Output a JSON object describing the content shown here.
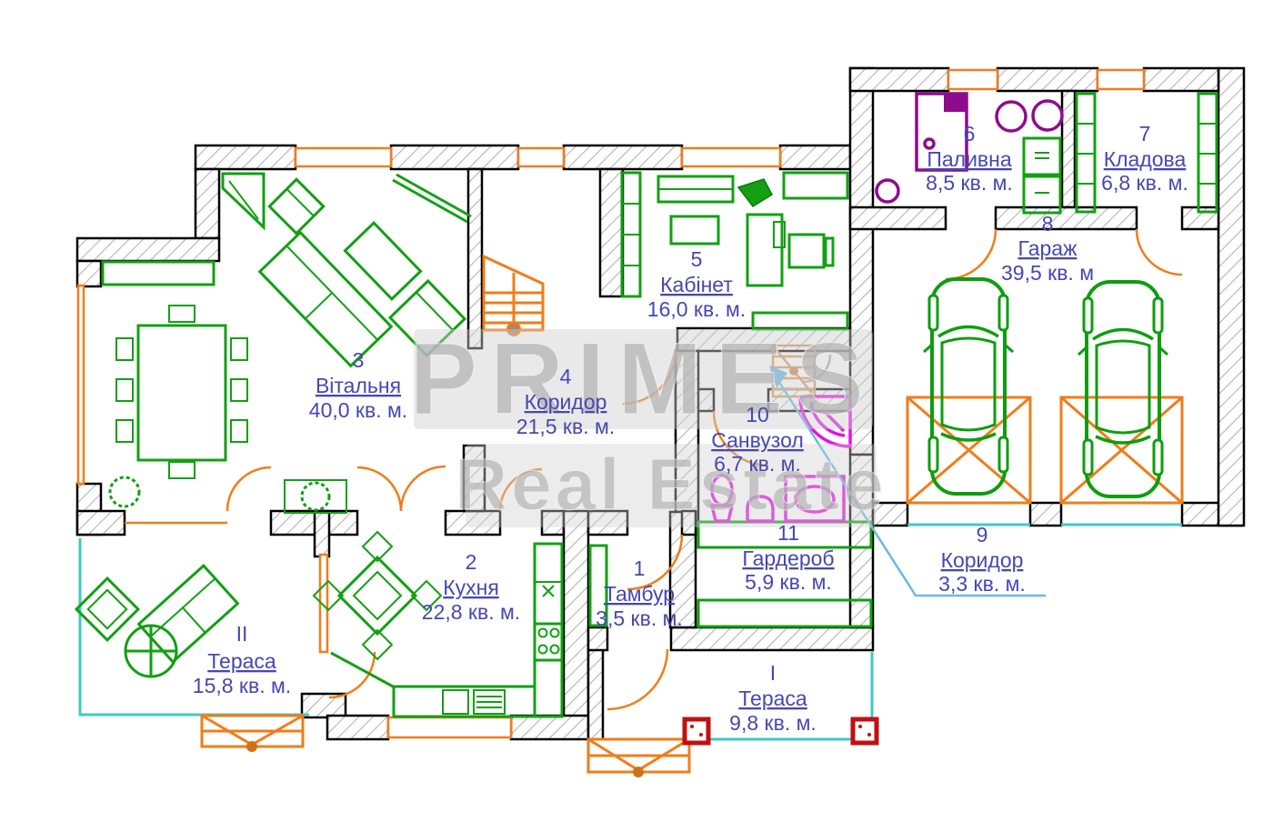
{
  "plan": {
    "watermark": {
      "line1": "PRIMES",
      "line2": "Real Estate"
    },
    "rooms": [
      {
        "number": "1",
        "name": "Тамбур",
        "area": "3,5 кв. м."
      },
      {
        "number": "2",
        "name": "Кухня",
        "area": "22,8 кв. м."
      },
      {
        "number": "3",
        "name": "Вітальня",
        "area": "40,0 кв. м."
      },
      {
        "number": "4",
        "name": "Коридор",
        "area": "21,5 кв. м."
      },
      {
        "number": "5",
        "name": "Кабінет",
        "area": "16,0 кв. м."
      },
      {
        "number": "6",
        "name": "Паливна",
        "area": "8,5 кв. м."
      },
      {
        "number": "7",
        "name": "Кладова",
        "area": "6,8 кв. м."
      },
      {
        "number": "8",
        "name": "Гараж",
        "area": "39,5 кв. м"
      },
      {
        "number": "9",
        "name": "Коридор",
        "area": "3,3 кв. м."
      },
      {
        "number": "10",
        "name": "Санвузол",
        "area": "6,7 кв. м."
      },
      {
        "number": "11",
        "name": "Гардероб",
        "area": "5,9 кв. м."
      },
      {
        "number": "I",
        "name": "Тераса",
        "area": "9,8 кв. м."
      },
      {
        "number": "II",
        "name": "Тераса",
        "area": "15,8 кв. м."
      }
    ],
    "colors": {
      "walls": "#000000",
      "hatch": "#9a9a9a",
      "doors_windows": "#ef7d1a",
      "furniture": "#12a012",
      "sanitary": "#e511e5",
      "boiler": "#8e0b8e",
      "terrace_outline": "#3fc9c3",
      "leader_line": "#6cb9e6",
      "labels": "#4747b2",
      "corner_posts": "#c01010",
      "watermark": "#bbbbbb"
    }
  }
}
